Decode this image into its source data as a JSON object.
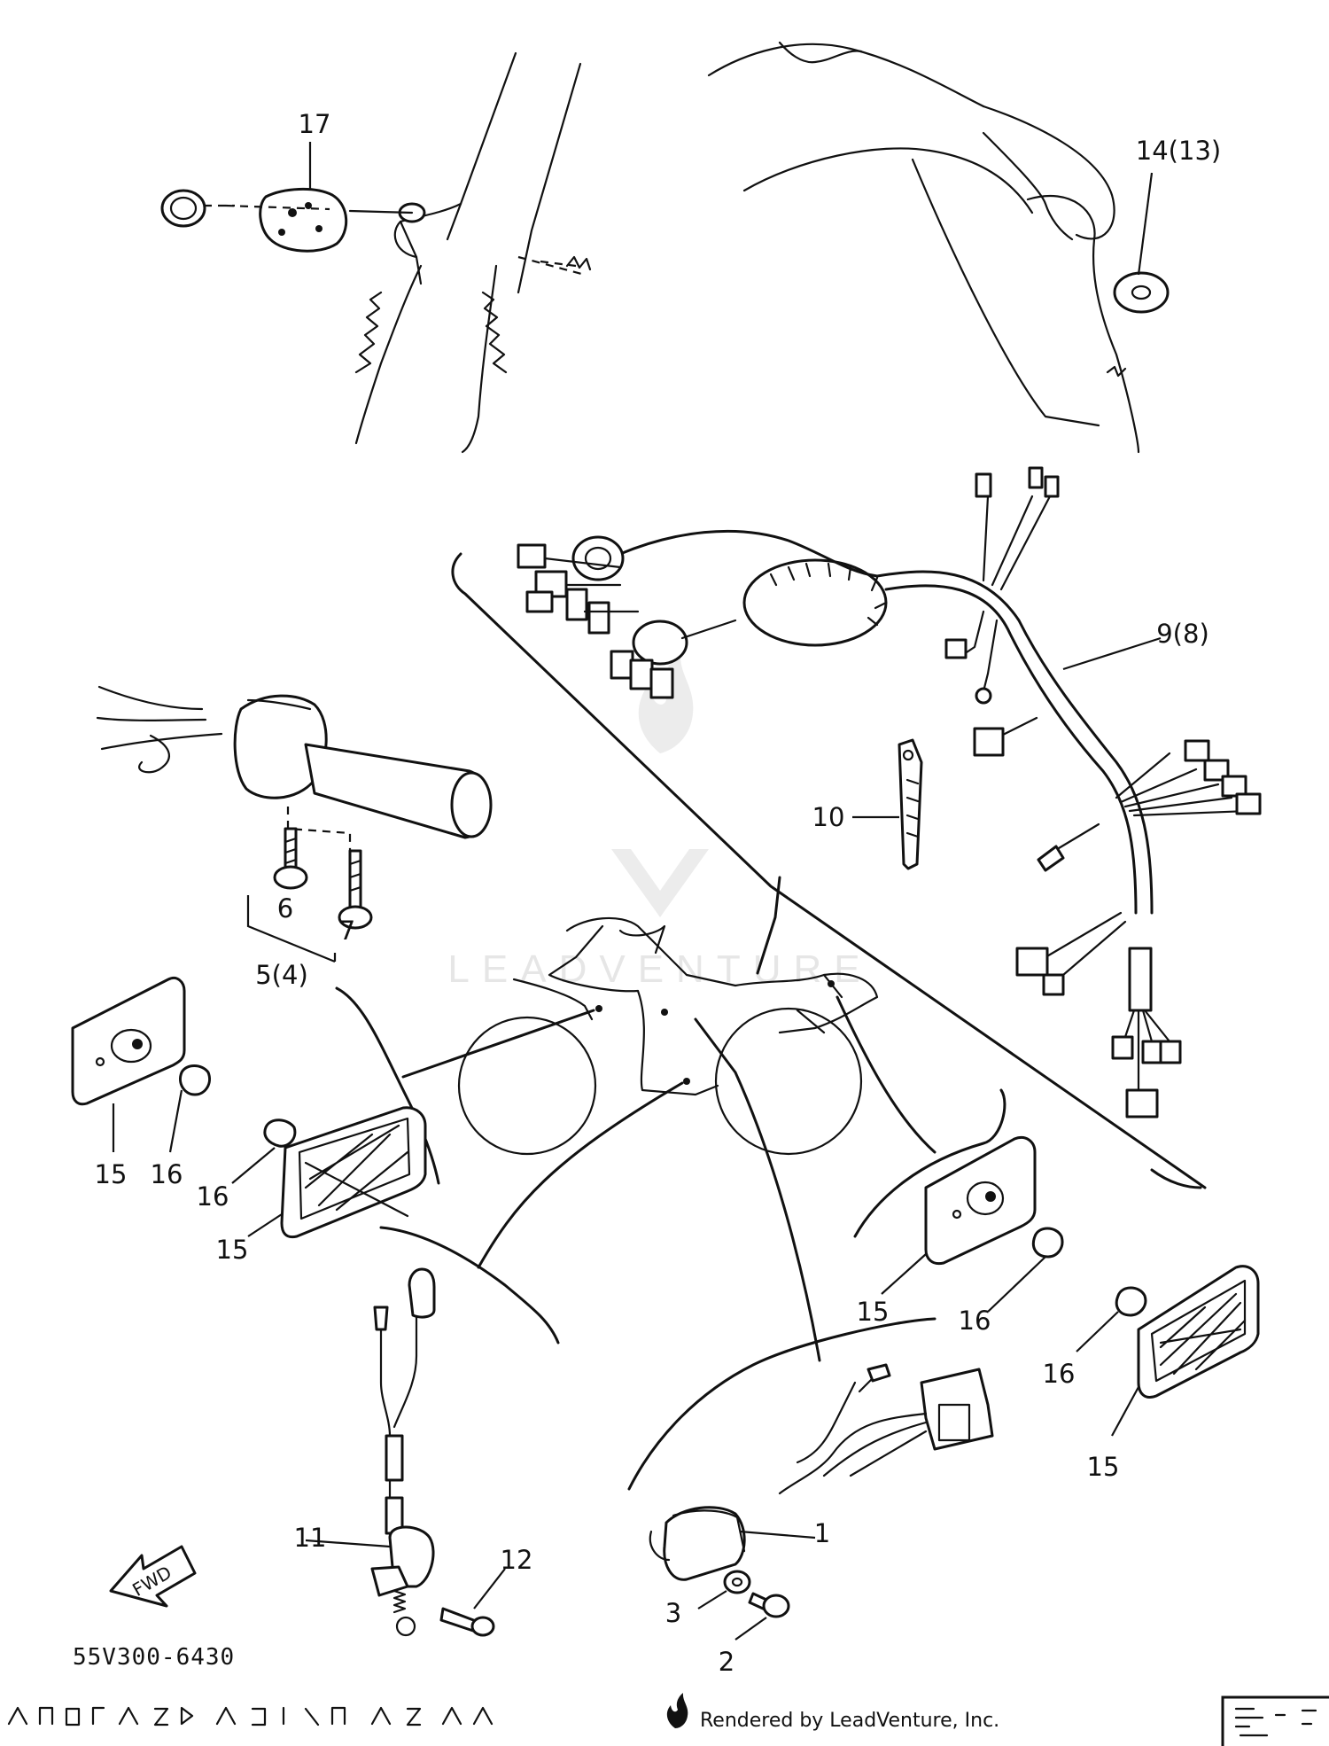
{
  "diagram": {
    "callouts": {
      "c1": "1",
      "c2": "2",
      "c3": "3",
      "c5": "5(4)",
      "c6": "6",
      "c7": "7",
      "c9": "9(8)",
      "c10": "10",
      "c11": "11",
      "c12": "12",
      "c14": "14(13)",
      "c15a": "15",
      "c15b": "15",
      "c15c": "15",
      "c15d": "15",
      "c16a": "16",
      "c16b": "16",
      "c16c": "16",
      "c16d": "16",
      "c17": "17"
    },
    "part_number": "55V300-6430",
    "fwd_label": "FWD",
    "watermark": "LEADVENTURE",
    "credit": "Rendered by LeadVenture, Inc."
  }
}
